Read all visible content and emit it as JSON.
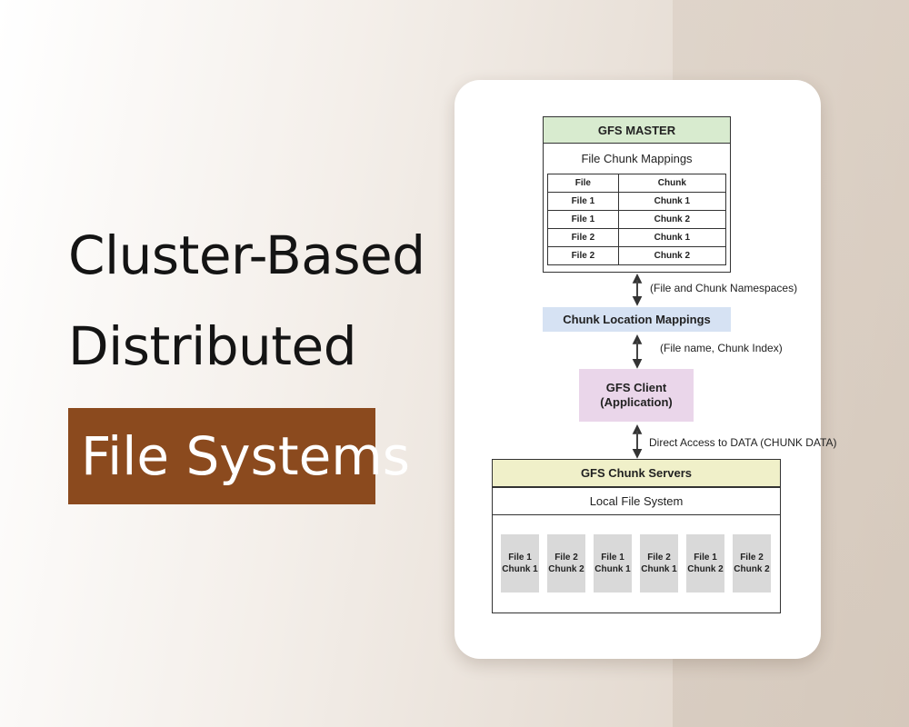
{
  "title": {
    "line1": "Cluster-Based",
    "line2": "Distributed",
    "highlight": "File Systems"
  },
  "diagram": {
    "master": {
      "header": "GFS MASTER",
      "subtitle": "File Chunk Mappings",
      "columns": [
        "File",
        "Chunk"
      ],
      "rows": [
        [
          "File 1",
          "Chunk 1"
        ],
        [
          "File 1",
          "Chunk 2"
        ],
        [
          "File 2",
          "Chunk 1"
        ],
        [
          "File 2",
          "Chunk 2"
        ]
      ]
    },
    "arrow_labels": {
      "namespaces": "(File and Chunk Namespaces)",
      "index": "(File name, Chunk Index)",
      "data": "Direct Access to DATA (CHUNK DATA)"
    },
    "location": "Chunk Location Mappings",
    "client": {
      "line1": "GFS Client",
      "line2": "(Application)"
    },
    "servers": {
      "header": "GFS Chunk Servers",
      "subtitle": "Local File System",
      "chunks": [
        {
          "file": "File 1",
          "chunk": "Chunk 1"
        },
        {
          "file": "File 2",
          "chunk": "Chunk 2"
        },
        {
          "file": "File 1",
          "chunk": "Chunk 1"
        },
        {
          "file": "File 2",
          "chunk": "Chunk 1"
        },
        {
          "file": "File 1",
          "chunk": "Chunk 2"
        },
        {
          "file": "File 2",
          "chunk": "Chunk 2"
        }
      ]
    },
    "colors": {
      "master_header": "#d8ebcf",
      "location": "#d6e2f3",
      "client": "#ead6ea",
      "servers_header": "#f0f0c9",
      "chunk": "#d9d9d9",
      "title_highlight": "#8b4a1e"
    }
  }
}
